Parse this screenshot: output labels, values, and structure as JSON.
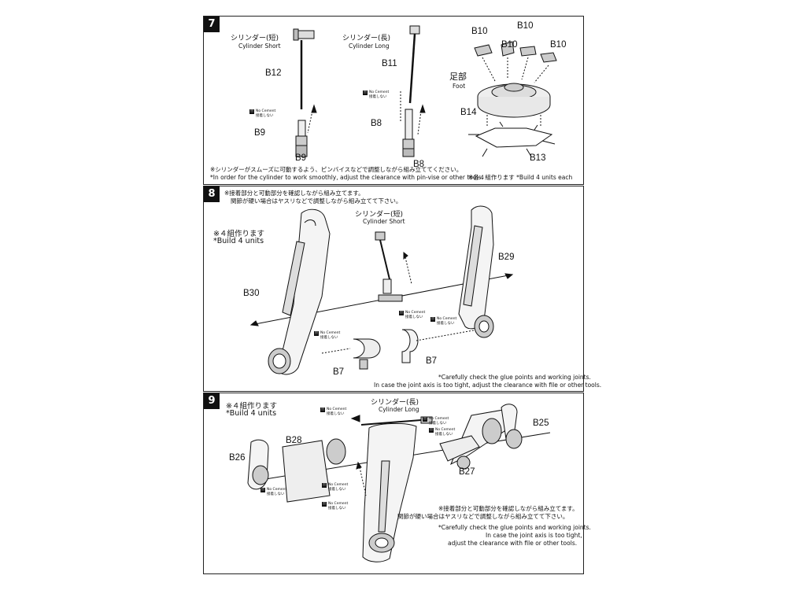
{
  "no_cement": {
    "mark": "!!",
    "en": "No Cement",
    "jp": "接着しない"
  },
  "step7": {
    "number": "7",
    "cylinder_short_jp": "シリンダー(短)",
    "cylinder_short_en": "Cylinder Short",
    "cylinder_long_jp": "シリンダー(長)",
    "cylinder_long_en": "Cylinder Long",
    "foot_jp": "足部",
    "foot_en": "Foot",
    "parts": [
      "B12",
      "B9",
      "B9",
      "B11",
      "B8",
      "B8",
      "B10",
      "B10",
      "B10",
      "B10",
      "B14",
      "B13"
    ],
    "note_jp": "※シリンダーがスムーズに可動するよう、ピンバイスなどで調整しながら組み立ててください。",
    "note_en": "*In order for the cylinder to work smoothly, adjust the clearance with pin-vise or other tools.",
    "build_note": "※各４組作ります *Build 4 units each"
  },
  "step8": {
    "number": "8",
    "note_top_jp_1": "※接着部分と可動部分を確認しながら組み立てます。",
    "note_top_jp_2": "関節が硬い場合はヤスリなどで調整しながら組み立てて下さい。",
    "build_jp": "※４組作ります",
    "build_en": "*Build 4 units",
    "cylinder_short_jp": "シリンダー(短)",
    "cylinder_short_en": "Cylinder Short",
    "parts": [
      "B30",
      "B29",
      "B7",
      "B7"
    ],
    "note_bottom_en_1": "*Carefully check the glue points and working joints.",
    "note_bottom_en_2": "In case the joint axis is too tight, adjust the clearance with file or other tools."
  },
  "step9": {
    "number": "9",
    "build_jp": "※４組作ります",
    "build_en": "*Build 4 units",
    "cylinder_long_jp": "シリンダー(長)",
    "cylinder_long_en": "Cylinder Long",
    "parts": [
      "B28",
      "B26",
      "B25",
      "B27"
    ],
    "note_jp_1": "※接着部分と可動部分を確認しながら組み立てます。",
    "note_jp_2": "関節が硬い場合はヤスリなどで調整しながら組み立てて下さい。",
    "note_en_1": "*Carefully check the glue points and working joints.",
    "note_en_2": "In case the joint axis is too tight,",
    "note_en_3": "adjust the clearance with file or other tools."
  }
}
